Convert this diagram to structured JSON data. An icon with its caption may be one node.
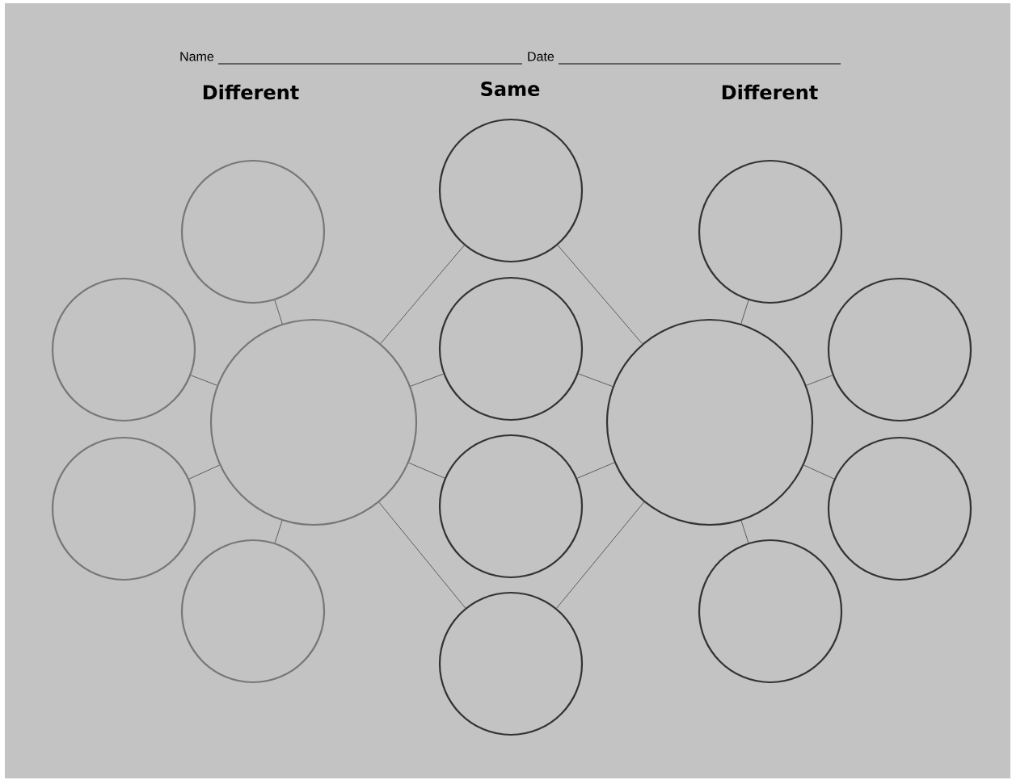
{
  "diagram": {
    "nodes": [
      {
        "text": [],
        "shape": "circle"
      },
      {
        "text": [],
        "shape": "circle"
      },
      {
        "text": [],
        "shape": "circle"
      },
      {
        "text": [],
        "shape": "circle"
      },
      {
        "text": [],
        "shape": "circle"
      },
      {
        "text": [],
        "shape": "circle"
      },
      {
        "text": [],
        "shape": "circle"
      },
      {
        "text": [],
        "shape": "circle"
      },
      {
        "text": [],
        "shape": "circle"
      },
      {
        "text": [],
        "shape": "circle"
      },
      {
        "text": [],
        "shape": "circle"
      },
      {
        "text": [],
        "shape": "circle"
      },
      {
        "text": [],
        "shape": "circle"
      },
      {
        "text": [],
        "shape": "circle"
      }
    ],
    "edges": [
      {
        "from": 4,
        "to": 0,
        "arrow": "none"
      },
      {
        "from": 4,
        "to": 1,
        "arrow": "none"
      },
      {
        "from": 4,
        "to": 2,
        "arrow": "none"
      },
      {
        "from": 4,
        "to": 3,
        "arrow": "none"
      },
      {
        "from": 4,
        "to": 5,
        "arrow": "none"
      },
      {
        "from": 4,
        "to": 6,
        "arrow": "none"
      },
      {
        "from": 4,
        "to": 7,
        "arrow": "none"
      },
      {
        "from": 4,
        "to": 8,
        "arrow": "none"
      },
      {
        "from": 9,
        "to": 5,
        "arrow": "none"
      },
      {
        "from": 9,
        "to": 6,
        "arrow": "none"
      },
      {
        "from": 9,
        "to": 7,
        "arrow": "none"
      },
      {
        "from": 9,
        "to": 8,
        "arrow": "none"
      },
      {
        "from": 9,
        "to": 10,
        "arrow": "none"
      },
      {
        "from": 9,
        "to": 11,
        "arrow": "none"
      },
      {
        "from": 9,
        "to": 12,
        "arrow": "none"
      },
      {
        "from": 9,
        "to": 13,
        "arrow": "none"
      }
    ],
    "labels": [
      "Name",
      "Date",
      "Different",
      "Same",
      "Different"
    ]
  }
}
